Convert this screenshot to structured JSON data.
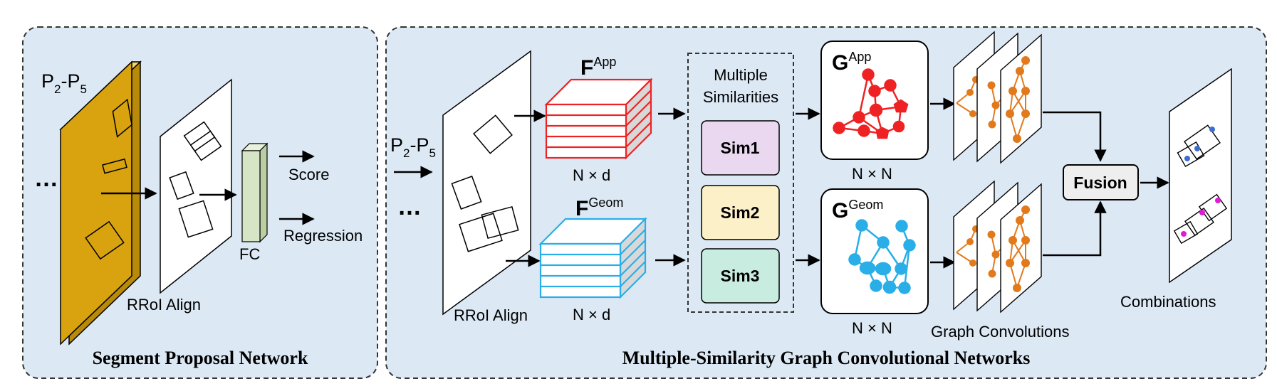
{
  "left_panel": {
    "title": "Segment Proposal Network",
    "input_label": {
      "base": "P",
      "sub1": "2",
      "dash": "-",
      "base2": "P",
      "sub2": "5"
    },
    "ellipsis": "…",
    "rroi_label": "RRoI Align",
    "fc_label": "FC",
    "score_label": "Score",
    "regression_label": "Regression"
  },
  "right_panel": {
    "title": "Multiple-Similarity Graph Convolutional Networks",
    "input_label": {
      "base": "P",
      "sub1": "2",
      "dash": "-",
      "base2": "P",
      "sub2": "5"
    },
    "ellipsis": "…",
    "rroi_label": "RRoI Align",
    "f_app": {
      "base": "F",
      "sup": "App",
      "dim": "N × d"
    },
    "f_geom": {
      "base": "F",
      "sup": "Geom",
      "dim": "N × d"
    },
    "similarities": {
      "title_line1": "Multiple",
      "title_line2": "Similarities",
      "items": [
        "Sim1",
        "Sim2",
        "Sim3"
      ]
    },
    "g_app": {
      "base": "G",
      "sup": "App",
      "dim": "N × N"
    },
    "g_geom": {
      "base": "G",
      "sup": "Geom",
      "dim": "N × N"
    },
    "graph_conv_label": "Graph Convolutions",
    "fusion_label": "Fusion",
    "combinations_label": "Combinations"
  },
  "colors": {
    "panel_fill": "#dce9f5",
    "feature_map_gold": "#d9a20f",
    "fc_green": "#d6e5c6",
    "app_red": "#ee2222",
    "geom_cyan": "#29aee8",
    "graph_orange": "#e27a1c",
    "sim1": "#ead7f0",
    "sim2": "#fcf0c8",
    "sim3": "#c8ede0",
    "fusion_fill": "#eeeeee",
    "dot_blue": "#3a6fd1",
    "dot_magenta": "#e01ad6"
  }
}
